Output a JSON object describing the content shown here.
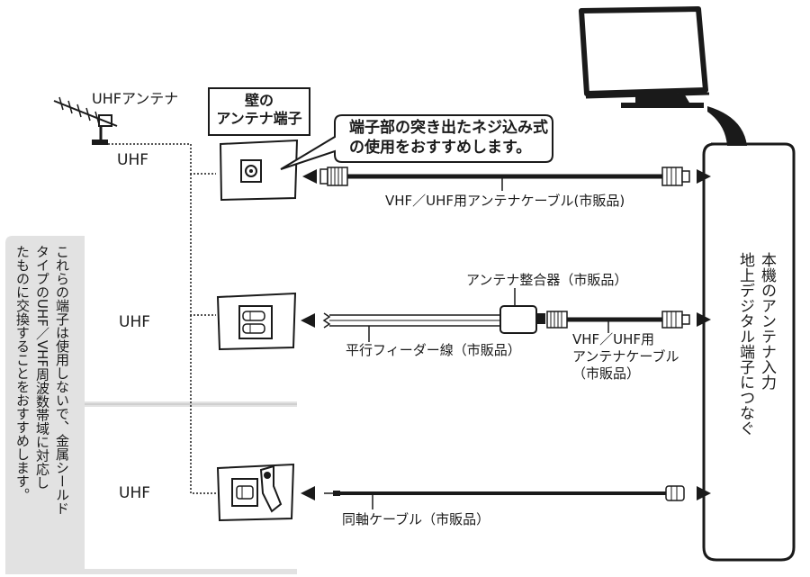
{
  "antenna": {
    "label": "UHFアンテナ",
    "cable_label": "UHF"
  },
  "wall_terminal_box": {
    "line1": "壁の",
    "line2": "アンテナ端子"
  },
  "callout": {
    "line1": "端子部の突き出たネジ込み式",
    "line2": "の使用をおすすめします。"
  },
  "cables": {
    "vhf_uhf_top": "VHF／UHF用アンテナケーブル(市販品)",
    "matcher": "アンテナ整合器（市販品）",
    "feeder": "平行フィーダー線（市販品）",
    "vhf_uhf_mid_line1": "VHF／UHF用",
    "vhf_uhf_mid_line2": "アンテナケーブル",
    "vhf_uhf_mid_line3": "（市販品）",
    "coax": "同軸ケーブル（市販品）"
  },
  "row_labels": {
    "row1": "UHF",
    "row2": "UHF"
  },
  "side_note": {
    "line1": "これらの端子は使用しないで、金属シールド",
    "line2": "タイプのUHF／VHF周波数帯域に対応し",
    "line3": "たものに交換することをおすすめします。"
  },
  "tv_input": {
    "line1": "本機のアンテナ入力",
    "line2": "地上デジタル端子につなぐ"
  },
  "colors": {
    "panel_gray": "#e2e2e2",
    "ink": "#1a1a1a",
    "line_gray": "#8a8a8a"
  },
  "icons": [
    "tv-icon",
    "uhf-antenna-icon",
    "wall-socket-icon",
    "f-connector-icon",
    "arrow-icon"
  ]
}
